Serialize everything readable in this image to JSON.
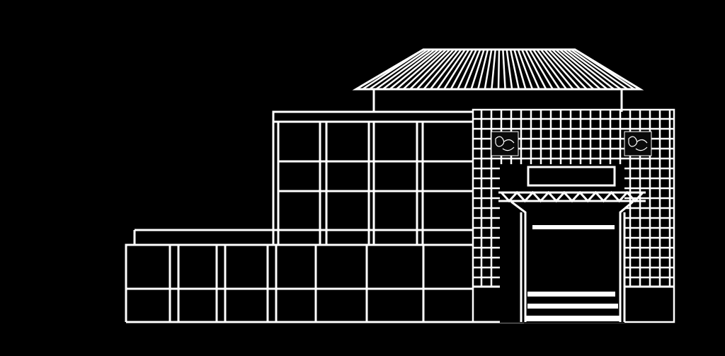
{
  "colors": {
    "background": "#000000",
    "line": "#ffffff",
    "emblem_fill": "#0a0a0a",
    "emblem_stroke": "#ffffff"
  },
  "drawing": {
    "parts": [
      "roof-canopy",
      "left-low-wing",
      "middle-glass-block",
      "right-grid-tower",
      "entrance-portal",
      "entrance-steps",
      "emblem-left",
      "emblem-right"
    ]
  }
}
